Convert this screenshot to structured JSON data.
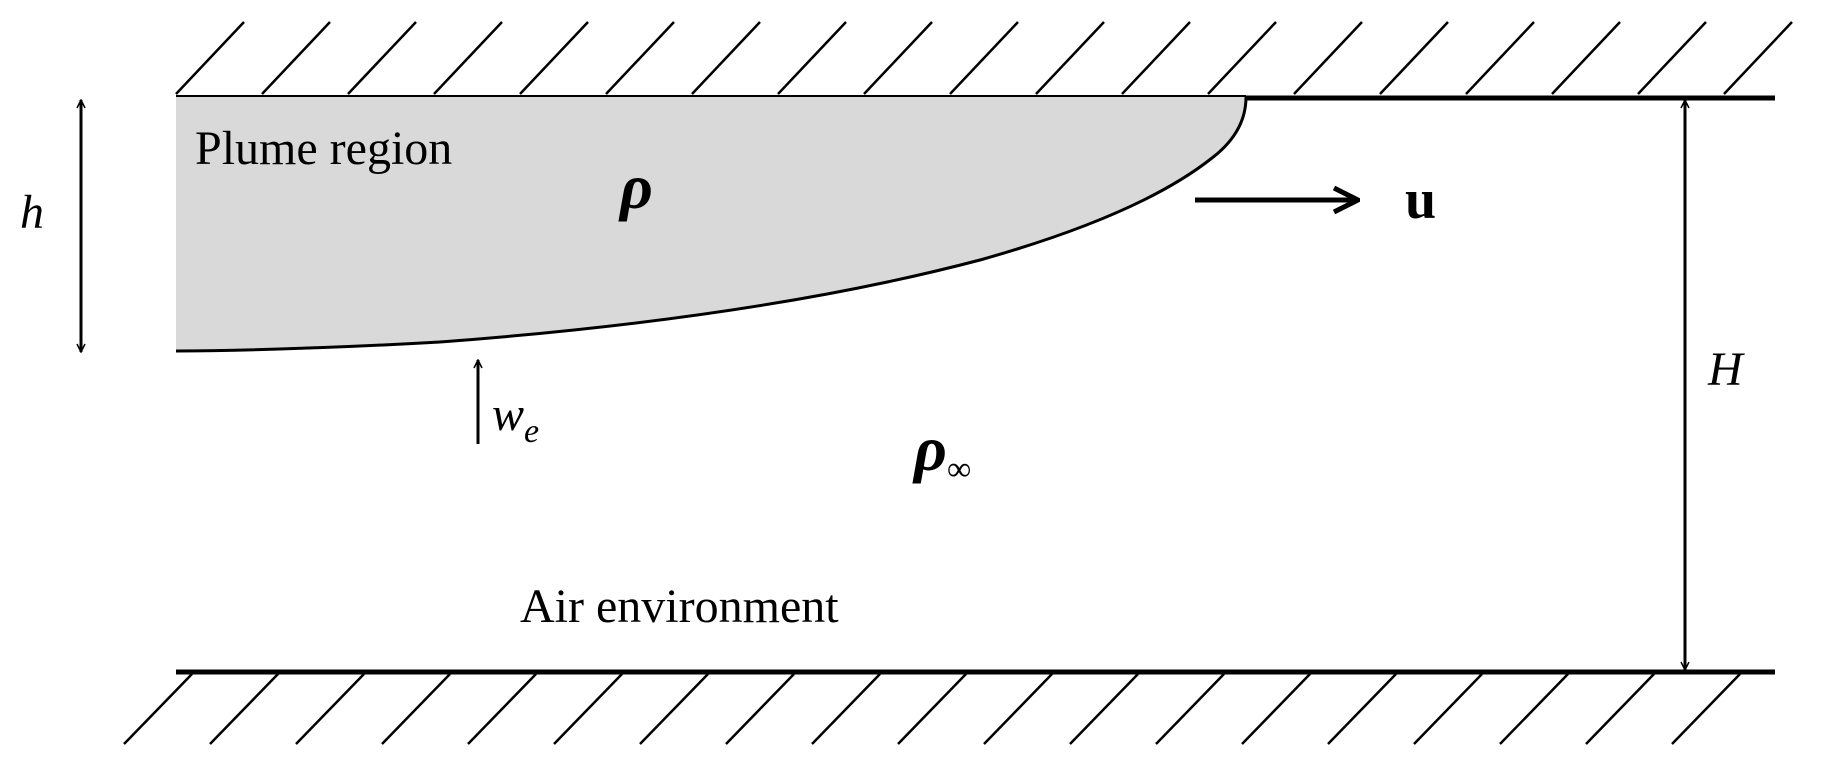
{
  "labels": {
    "plume_region": "Plume region",
    "rho": "ρ",
    "velocity": "u",
    "h": "h",
    "H": "H",
    "w": "w",
    "w_sub": "e",
    "rho_inf": "ρ",
    "rho_inf_sub": "∞",
    "air_environment": "Air environment"
  },
  "colors": {
    "plume_fill": "#d9d9d9",
    "stroke": "#000000",
    "background": "#ffffff"
  }
}
